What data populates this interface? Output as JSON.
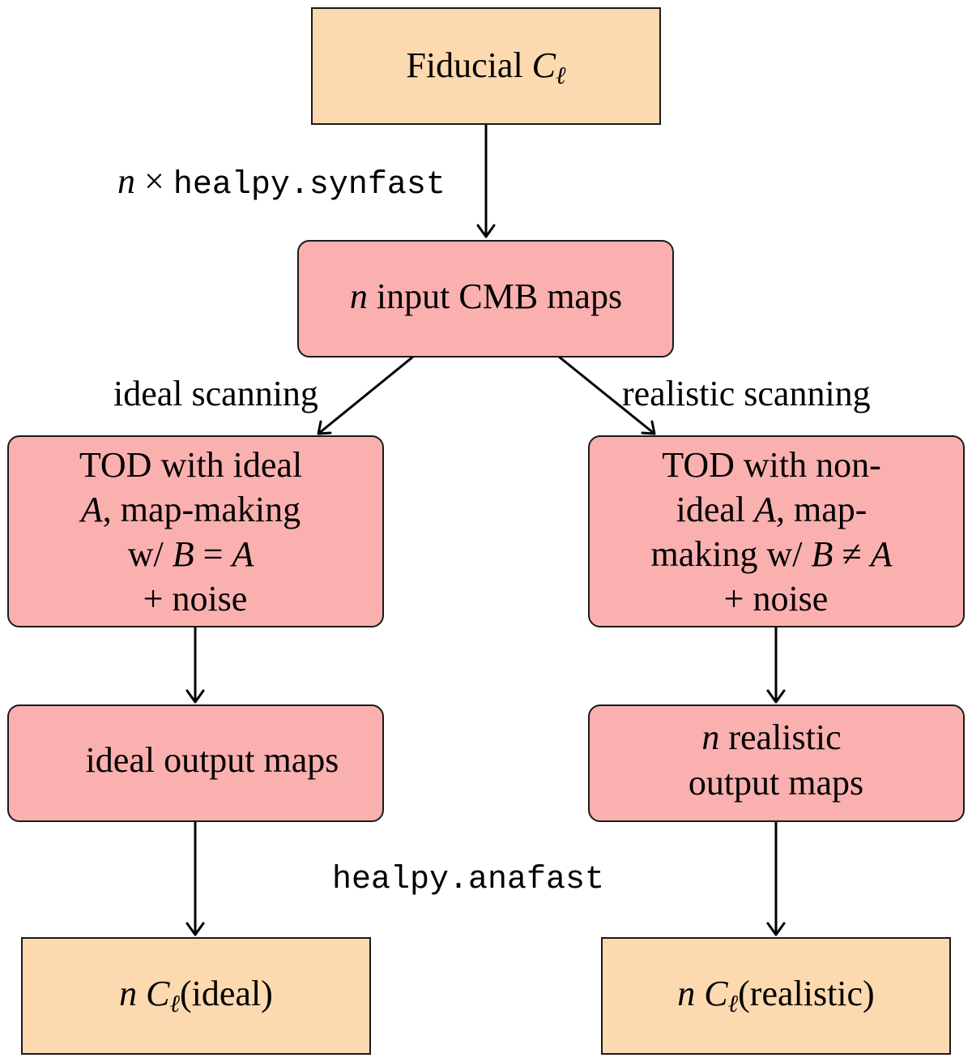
{
  "nodes": {
    "fiducial": {
      "text": "Fiducial ",
      "math": "C",
      "sub": "ℓ"
    },
    "input_maps": {
      "n": "n",
      "text": " input CMB maps"
    },
    "tod_ideal": {
      "line1": "TOD with ideal",
      "line2_math": "A",
      "line2_text": ", map-making",
      "line3_pre": "w/ ",
      "line3_b": "B",
      "line3_op": " = ",
      "line3_a": "A",
      "line4": "+ noise"
    },
    "tod_real": {
      "line1": "TOD with non-",
      "line2_pre": "ideal ",
      "line2_math": "A",
      "line2_post": ", map-",
      "line3_pre": "making w/ ",
      "line3_b": "B",
      "line3_op": " ≠ ",
      "line3_a": "A",
      "line4": "+ noise"
    },
    "ideal_out": {
      "text": "ideal output maps"
    },
    "real_out": {
      "n": "n",
      "line1": " realistic",
      "line2": "output maps"
    },
    "cl_ideal": {
      "n": "n ",
      "math": "C",
      "sub": "ℓ",
      "text": "(ideal)"
    },
    "cl_real": {
      "n": "n ",
      "math": "C",
      "sub": "ℓ",
      "text": "(realistic)"
    }
  },
  "edges": {
    "synfast": {
      "n": "n",
      "times": " × ",
      "code": "healpy.synfast"
    },
    "ideal_scan": "ideal scanning",
    "real_scan": "realistic scanning",
    "anafast": "healpy.anafast"
  },
  "colors": {
    "orange_box": "#fdd9b0",
    "pink_box": "#fbb0b0"
  }
}
